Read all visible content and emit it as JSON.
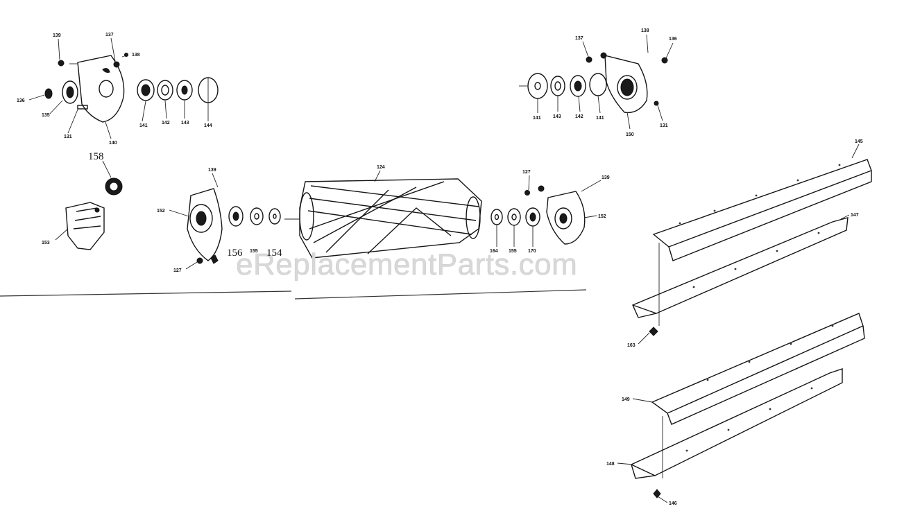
{
  "watermark": "eReplacementParts.com",
  "labels": {
    "l158": "158",
    "l156": "156",
    "l154": "154",
    "l124": "124",
    "l139a": "139",
    "l137a": "137",
    "l138a": "138",
    "l136a": "136",
    "l135a": "135",
    "l140a": "140",
    "l131a": "131",
    "l141a": "141",
    "l142a": "142",
    "l143a": "143",
    "l144a": "144",
    "l137b": "137",
    "l138b": "138",
    "l136b": "136",
    "l141b": "141",
    "l143b": "143",
    "l142b": "142",
    "l141c": "141",
    "l150": "150",
    "l131b": "131",
    "l153": "153",
    "l139b": "139",
    "l152a": "152",
    "l127a": "127",
    "l155a": "155",
    "l127b": "127",
    "l139c": "139",
    "l152b": "152",
    "l164": "164",
    "l155b": "155",
    "l170": "170",
    "l145": "145",
    "l147": "147",
    "l163": "163",
    "l149": "149",
    "l148": "148",
    "l146": "146"
  }
}
